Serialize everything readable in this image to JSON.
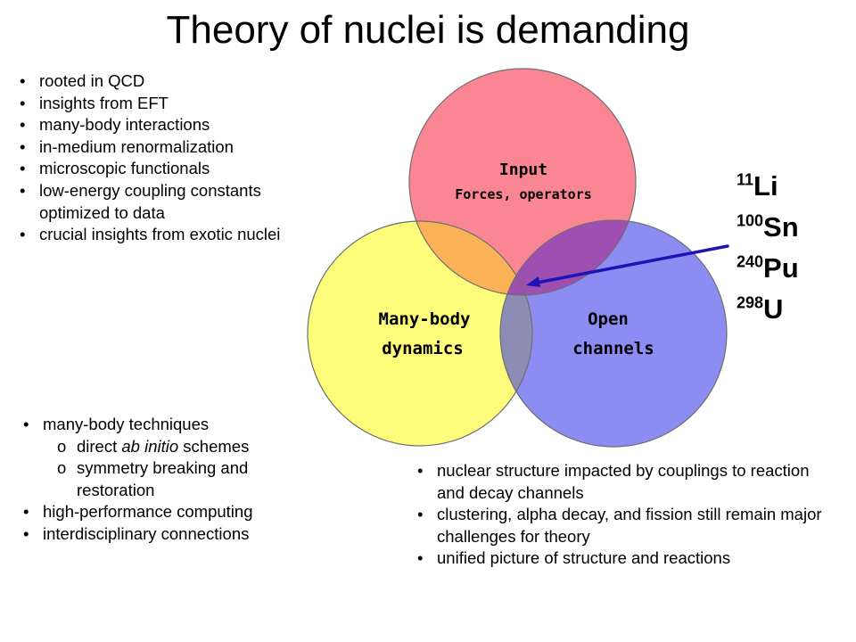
{
  "title": "Theory of nuclei is demanding",
  "top_left_bullets": [
    "rooted in QCD",
    "insights from EFT",
    "many-body interactions",
    "in-medium renormalization",
    "microscopic functionals",
    "low-energy coupling constants optimized to data",
    "crucial insights from exotic nuclei"
  ],
  "bottom_left": {
    "bullet1": "many-body techniques",
    "sub_items": [
      {
        "pre": "direct ",
        "em": "ab initio",
        "post": " schemes"
      },
      {
        "pre": "symmetry breaking and restoration",
        "em": "",
        "post": ""
      }
    ],
    "bullet2": "high-performance computing",
    "bullet3": "interdisciplinary connections"
  },
  "bottom_right_bullets": [
    "nuclear structure impacted by couplings to reaction and decay channels",
    "clustering, alpha decay, and fission still remain major challenges for theory",
    "unified picture of structure and reactions"
  ],
  "venn": {
    "input_title": "Input",
    "input_subtitle": "Forces, operators",
    "manybody_line1": "Many-body",
    "manybody_line2": "dynamics",
    "open_line1": "Open",
    "open_line2": "channels",
    "colors": {
      "input": "#fb8693",
      "manybody": "#fdfd7b",
      "open": "#8c8cf2",
      "overlap_input_manybody": "#fbb257",
      "overlap_input_open": "#9d4fb2",
      "overlap_manybody_open": "#8c8cb4",
      "arrow": "#1d13b7"
    }
  },
  "nuclei": [
    {
      "mass": "11",
      "symbol": "Li"
    },
    {
      "mass": "100",
      "symbol": "Sn"
    },
    {
      "mass": "240",
      "symbol": "Pu"
    },
    {
      "mass": "298",
      "symbol": "U"
    }
  ]
}
